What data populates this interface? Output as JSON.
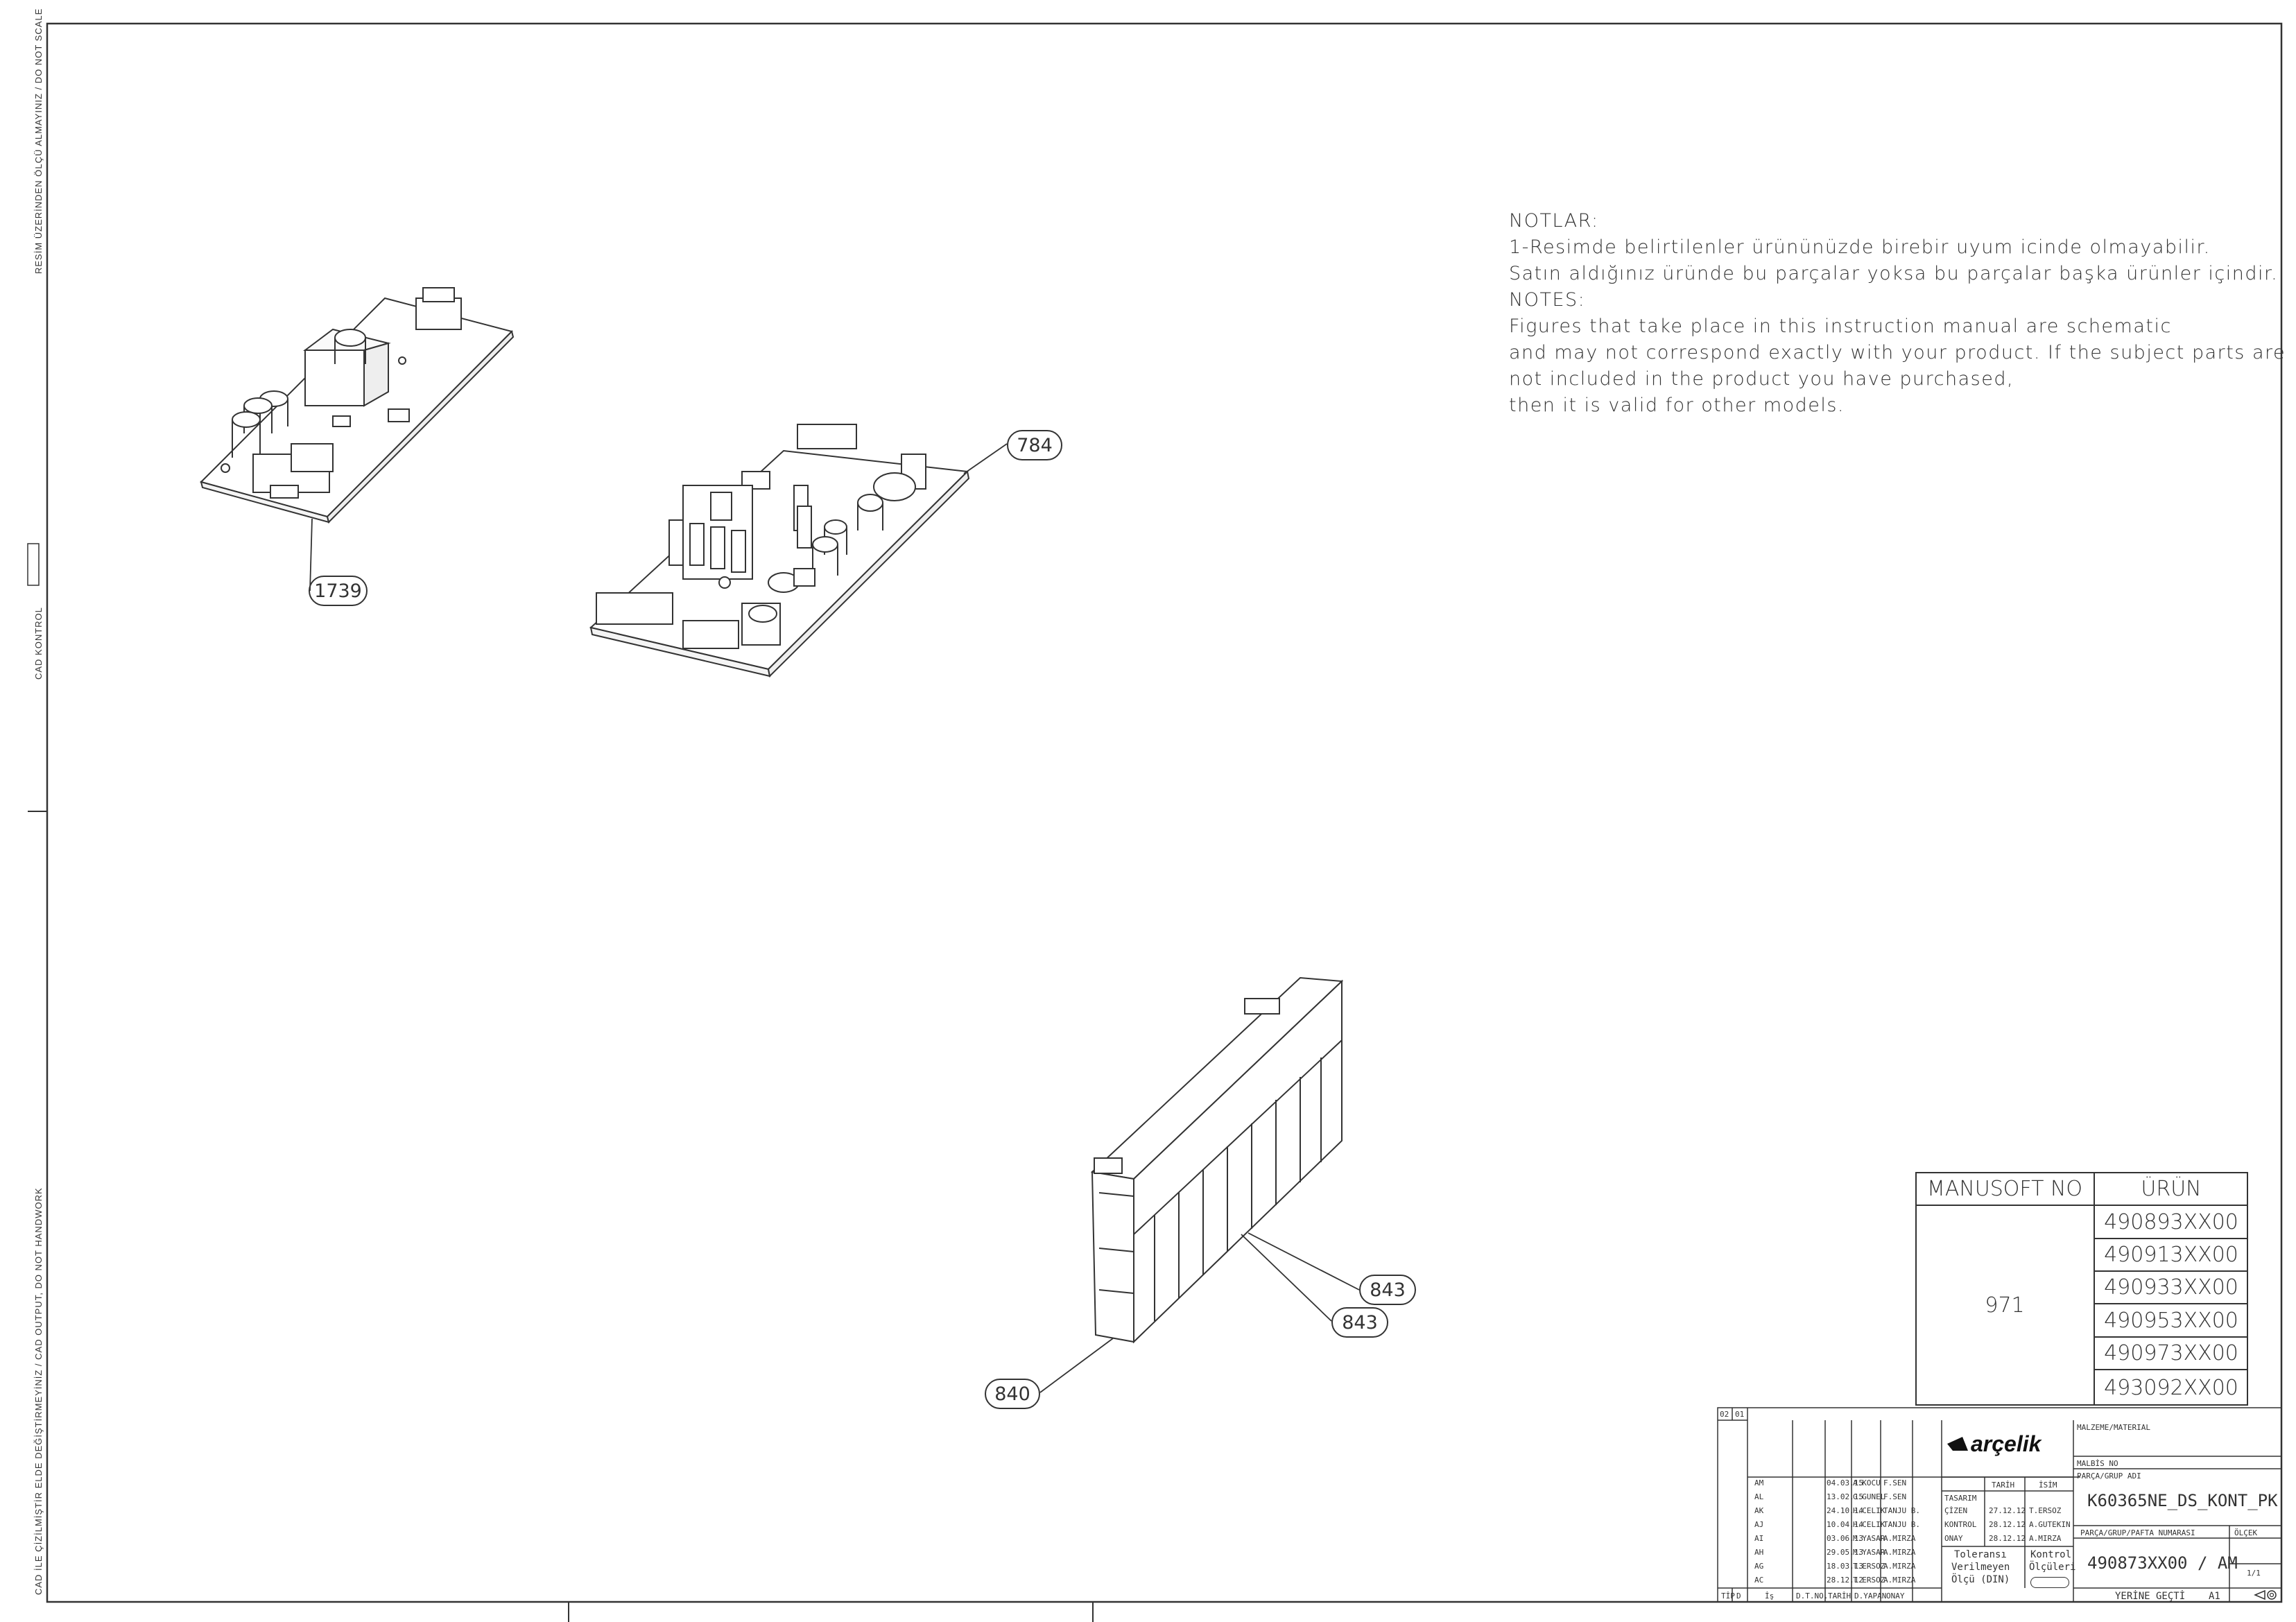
{
  "side_labels": {
    "top": "RESİM ÜZERİNDEN ÖLÇÜ ALMAYINIZ / DO NOT SCALE",
    "middle": "CAD KONTROL",
    "bottom": "CAD İLE ÇİZİLMİŞTİR ELDE DEĞİŞTİRMEYİNİZ / CAD OUTPUT, DO NOT HANDWORK"
  },
  "notes": [
    "NOTLAR:",
    "1-Resimde belirtilenler ürününüzde birebir  uyum icinde olmayabilir.",
    "Satın aldığınız üründe bu parçalar yoksa bu parçalar başka ürünler içindir.",
    "NOTES:",
    "Figures that take place in this instruction manual are schematic",
    " and may not correspond exactly with your product. If the subject parts are",
    "not included in the product you have purchased,",
    "then it is valid for other models."
  ],
  "balloons": {
    "b1739": "1739",
    "b784": "784",
    "b843a": "843",
    "b843b": "843",
    "b840": "840"
  },
  "product_table": {
    "header_left": "MANUSOFT NO",
    "header_right": "ÜRÜN",
    "manusoft_no": "971",
    "products": [
      "490893XX00",
      "490913XX00",
      "490933XX00",
      "490953XX00",
      "490973XX00",
      "493092XX00"
    ]
  },
  "title_block": {
    "corner": [
      "02",
      "01"
    ],
    "brand": "arçelik",
    "material_label": "MALZEME/MATERIAL",
    "malbis_label": "MALBİS NO",
    "part_group_label": "PARÇA/GRUP ADI",
    "part_name": "K60365NE_DS_KONT_PK",
    "part_number_label": "PARÇA/GRUP/PAFTA NUMARASI",
    "scale_label": "ÖLÇEK",
    "part_number": "490873XX00 / AM",
    "sheet": "1/1",
    "replaces": "YERİNE GEÇTİ",
    "size": "A1",
    "revisions": [
      {
        "rev": "AM",
        "date": "04.03.15",
        "by": "A.KOCU",
        "ok": "F.SEN"
      },
      {
        "rev": "AL",
        "date": "13.02.15",
        "by": "G.GUNEL",
        "ok": "F.SEN"
      },
      {
        "rev": "AK",
        "date": "24.10.14",
        "by": "H.CELIK",
        "ok": "TANJU B."
      },
      {
        "rev": "AJ",
        "date": "10.04.14",
        "by": "H.CELIK",
        "ok": "TANJU B."
      },
      {
        "rev": "AI",
        "date": "03.06.13",
        "by": "M.YASAR",
        "ok": "A.MIRZA"
      },
      {
        "rev": "AH",
        "date": "29.05.13",
        "by": "M.YASAR",
        "ok": "A.MIRZA"
      },
      {
        "rev": "AG",
        "date": "18.03.13",
        "by": "T.ERSOZ",
        "ok": "A.MIRZA"
      },
      {
        "rev": "AC",
        "date": "28.12.12",
        "by": "T.ERSOZ",
        "ok": "A.MIRZA"
      }
    ],
    "approval_rows": [
      {
        "role": "TASARIM",
        "date": "",
        "name": ""
      },
      {
        "role": "ÇİZEN",
        "date": "27.12.12",
        "name": "T.ERSOZ"
      },
      {
        "role": "KONTROL",
        "date": "28.12.12",
        "name": "A.GUTEKIN"
      },
      {
        "role": "ONAY",
        "date": "28.12.12",
        "name": "A.MIRZA"
      }
    ],
    "approval_header_date": "TARİH",
    "approval_header_name": "İSİM",
    "tolerance": [
      "Toleransı",
      "Verilmeyen",
      "Ölçü (DIN)"
    ],
    "control": [
      "Kontrol",
      "Ölçüleri"
    ],
    "footer": [
      "TİP",
      "D",
      "İş",
      "D.T.NO.",
      "TARİH",
      "D.YAPAN",
      "ONAY"
    ]
  }
}
